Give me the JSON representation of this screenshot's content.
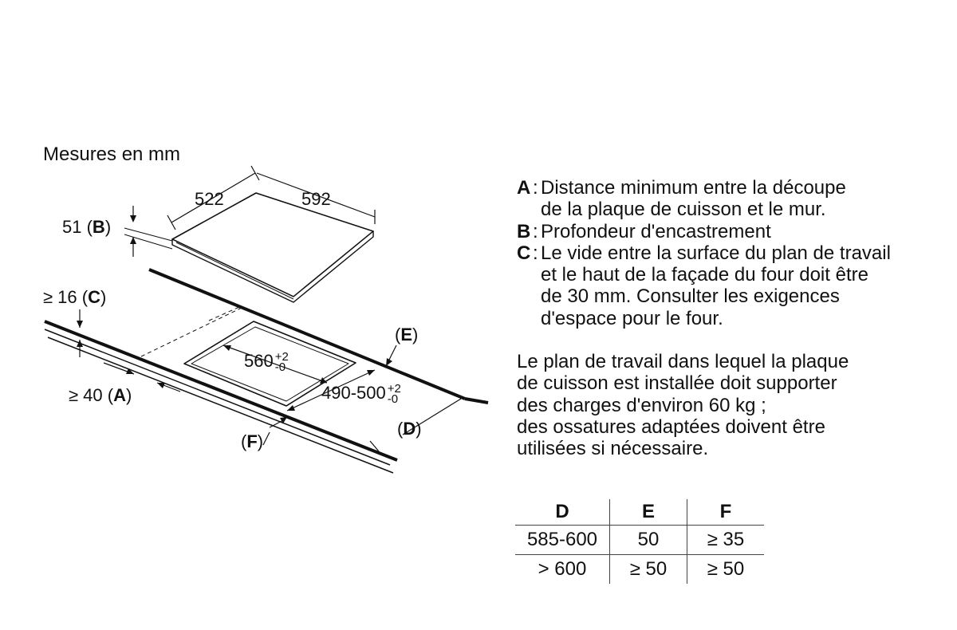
{
  "units_caption": "Mesures en mm",
  "dimensions": {
    "hob_depth": "522",
    "hob_width": "592",
    "b_label": "51 (B)",
    "c_label": "≥ 16 (C)",
    "a_label": "≥ 40 (A)",
    "cutout_width": "560",
    "cutout_width_tol_plus": "+2",
    "cutout_width_tol_minus": "-0",
    "cutout_depth": "490-500",
    "cutout_depth_tol_plus": "+2",
    "cutout_depth_tol_minus": "-0",
    "e_label": "(E)",
    "d_label": "(D)",
    "f_label": "(F)"
  },
  "legend": [
    {
      "key": "A",
      "lines": [
        "Distance minimum entre la découpe",
        "de la plaque de cuisson et le mur."
      ]
    },
    {
      "key": "B",
      "lines": [
        "Profondeur d'encastrement"
      ]
    },
    {
      "key": "C",
      "lines": [
        "Le vide entre la surface du plan de travail",
        "et le haut de la façade du four doit être",
        "de 30 mm. Consulter les exigences",
        "d'espace pour le four."
      ]
    }
  ],
  "note": [
    "Le plan de travail dans lequel la plaque",
    "de cuisson est installée doit supporter",
    "des charges d'environ 60 kg ;",
    "des ossatures adaptées doivent être",
    "utilisées si nécessaire."
  ],
  "table": {
    "headers": [
      "D",
      "E",
      "F"
    ],
    "rows": [
      [
        "585-600",
        "50",
        "≥ 35"
      ],
      [
        "> 600",
        "≥ 50",
        "≥ 50"
      ]
    ]
  }
}
